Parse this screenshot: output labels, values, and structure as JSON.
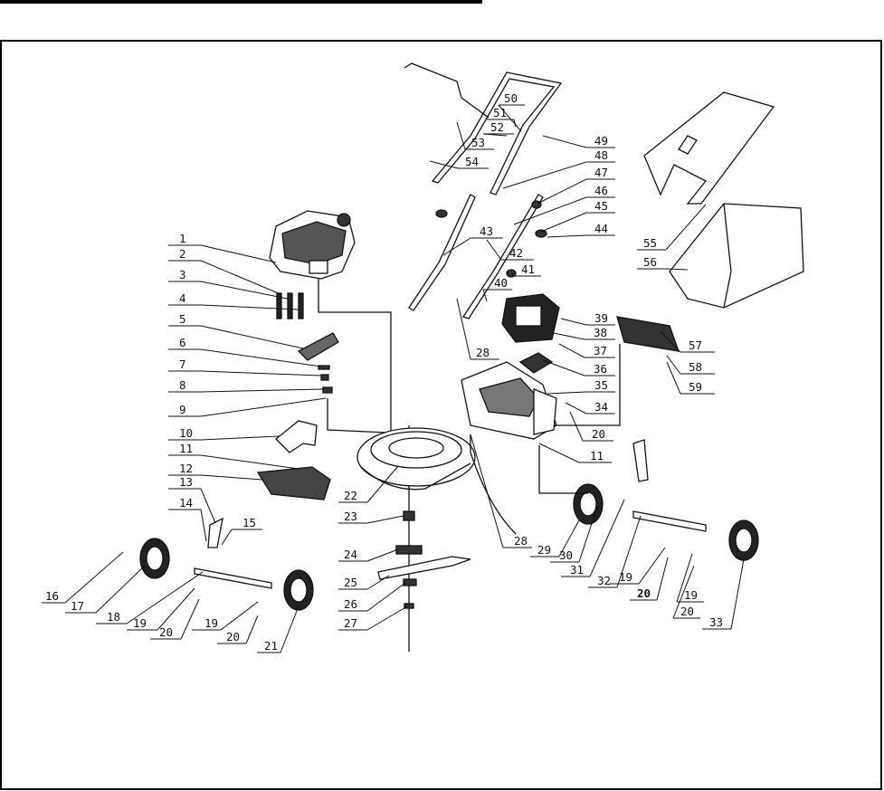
{
  "diagram": {
    "type": "exploded-parts-view",
    "labels": [
      {
        "num": "1"
      },
      {
        "num": "2"
      },
      {
        "num": "3"
      },
      {
        "num": "4"
      },
      {
        "num": "5"
      },
      {
        "num": "6"
      },
      {
        "num": "7"
      },
      {
        "num": "8"
      },
      {
        "num": "9"
      },
      {
        "num": "10"
      },
      {
        "num": "11"
      },
      {
        "num": "12"
      },
      {
        "num": "13"
      },
      {
        "num": "14"
      },
      {
        "num": "15"
      },
      {
        "num": "16"
      },
      {
        "num": "17"
      },
      {
        "num": "18"
      },
      {
        "num": "19"
      },
      {
        "num": "20"
      },
      {
        "num": "19"
      },
      {
        "num": "20"
      },
      {
        "num": "21"
      },
      {
        "num": "22"
      },
      {
        "num": "23"
      },
      {
        "num": "24"
      },
      {
        "num": "25"
      },
      {
        "num": "26"
      },
      {
        "num": "27"
      },
      {
        "num": "28"
      },
      {
        "num": "28"
      },
      {
        "num": "29"
      },
      {
        "num": "30"
      },
      {
        "num": "31"
      },
      {
        "num": "32"
      },
      {
        "num": "19"
      },
      {
        "num": "20"
      },
      {
        "num": "19"
      },
      {
        "num": "20"
      },
      {
        "num": "33"
      },
      {
        "num": "11"
      },
      {
        "num": "20"
      },
      {
        "num": "34"
      },
      {
        "num": "35"
      },
      {
        "num": "36"
      },
      {
        "num": "37"
      },
      {
        "num": "38"
      },
      {
        "num": "39"
      },
      {
        "num": "40"
      },
      {
        "num": "41"
      },
      {
        "num": "42"
      },
      {
        "num": "43"
      },
      {
        "num": "44"
      },
      {
        "num": "45"
      },
      {
        "num": "46"
      },
      {
        "num": "47"
      },
      {
        "num": "48"
      },
      {
        "num": "49"
      },
      {
        "num": "50"
      },
      {
        "num": "51"
      },
      {
        "num": "52"
      },
      {
        "num": "53"
      },
      {
        "num": "54"
      },
      {
        "num": "55"
      },
      {
        "num": "56"
      },
      {
        "num": "57"
      },
      {
        "num": "58"
      },
      {
        "num": "59"
      }
    ]
  }
}
